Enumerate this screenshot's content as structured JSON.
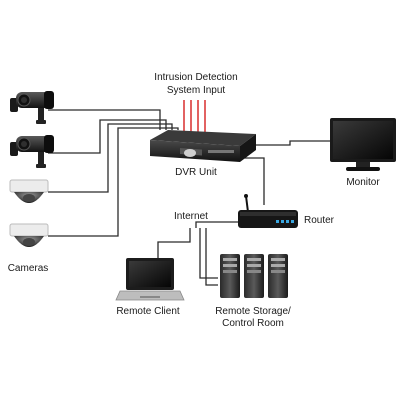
{
  "labels": {
    "intrusion_line1": "Intrusion Detection",
    "intrusion_line2": "System Input",
    "dvr": "DVR Unit",
    "monitor": "Monitor",
    "internet": "Internet",
    "router": "Router",
    "cameras": "Cameras",
    "remote_client": "Remote Client",
    "remote_storage_line1": "Remote Storage/",
    "remote_storage_line2": "Control Room"
  },
  "colors": {
    "line": "#2b2b2b",
    "intrusion_lines": "#d61f1f",
    "device_dark": "#1c1c1c",
    "camera_light": "#e6e6e6",
    "router_leds": "#3aa7e0"
  },
  "icons": [
    "bullet-camera-icon",
    "dome-camera-icon",
    "dvr-icon",
    "monitor-icon",
    "router-icon",
    "laptop-icon",
    "server-tower-icon"
  ]
}
